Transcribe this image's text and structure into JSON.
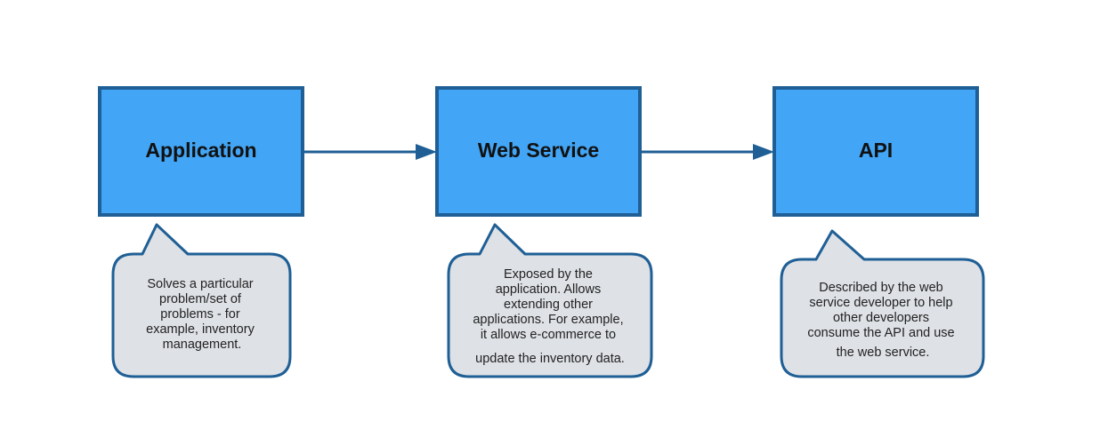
{
  "colors": {
    "node_fill": "#42a5f5",
    "node_stroke": "#1f5f95",
    "callout_fill": "#dee1e6",
    "callout_stroke": "#1f5f95",
    "text": "#111111"
  },
  "nodes": [
    {
      "id": "application",
      "label": "Application",
      "note_lines": [
        "Solves a particular",
        "problem/set of",
        "problems - for",
        "example, inventory",
        "management."
      ]
    },
    {
      "id": "web-service",
      "label": "Web Service",
      "note_lines": [
        "Exposed by the",
        "application. Allows",
        "extending other",
        "applications. For example,",
        "it allows e-commerce to",
        "update the inventory data."
      ]
    },
    {
      "id": "api",
      "label": "API",
      "note_lines": [
        "Described by the web",
        "service developer to help",
        "other developers",
        "consume the API and use",
        "the web service."
      ]
    }
  ],
  "edges": [
    {
      "from": "application",
      "to": "web-service"
    },
    {
      "from": "web-service",
      "to": "api"
    }
  ]
}
